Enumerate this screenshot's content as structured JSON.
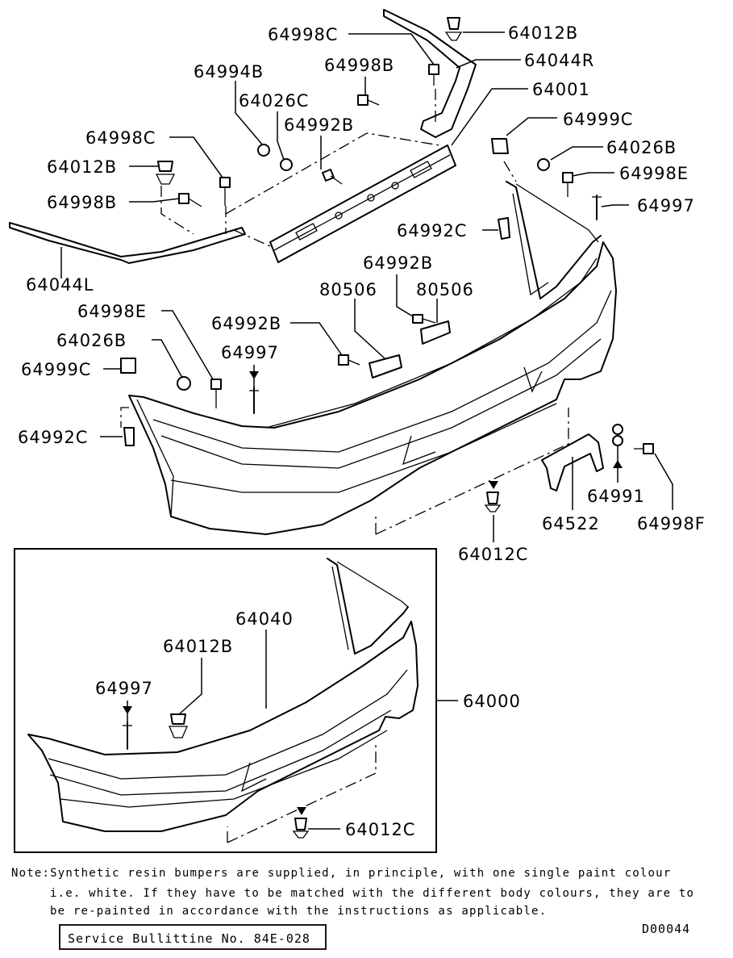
{
  "diagram": {
    "labels": {
      "l_64998C_top": "64998C",
      "l_64012B_top": "64012B",
      "l_64044R": "64044R",
      "l_64994B": "64994B",
      "l_64998B_top": "64998B",
      "l_64001": "64001",
      "l_64026C": "64026C",
      "l_64999C_right": "64999C",
      "l_64992B_top": "64992B",
      "l_64998C_left": "64998C",
      "l_64026B_right": "64026B",
      "l_64012B_left": "64012B",
      "l_64998E_right": "64998E",
      "l_64998B_left": "64998B",
      "l_64997_right": "64997",
      "l_64992C_mid": "64992C",
      "l_64044L": "64044L",
      "l_64992B_mid": "64992B",
      "l_80506_a": "80506",
      "l_80506_b": "80506",
      "l_64998E_left": "64998E",
      "l_64992B_left": "64992B",
      "l_64026B_left": "64026B",
      "l_64997_mid": "64997",
      "l_64999C_left": "64999C",
      "l_64992C_left": "64992C",
      "l_64991": "64991",
      "l_64522": "64522",
      "l_64998F": "64998F",
      "l_64012C_mid": "64012C",
      "l_64040": "64040",
      "l_64012B_box": "64012B",
      "l_64997_box": "64997",
      "l_64000": "64000",
      "l_64012C_box": "64012C"
    },
    "note": {
      "line1": "Note:Synthetic resin bumpers are supplied, in principle, with one single paint colour",
      "line2": "i.e. white. If they have to be matched with the different body colours, they are to",
      "line3": "be re-painted in accordance with the instructions as applicable."
    },
    "service_bulletin": "Service Bullittine No. 84E-028",
    "diagram_code": "D00044"
  }
}
